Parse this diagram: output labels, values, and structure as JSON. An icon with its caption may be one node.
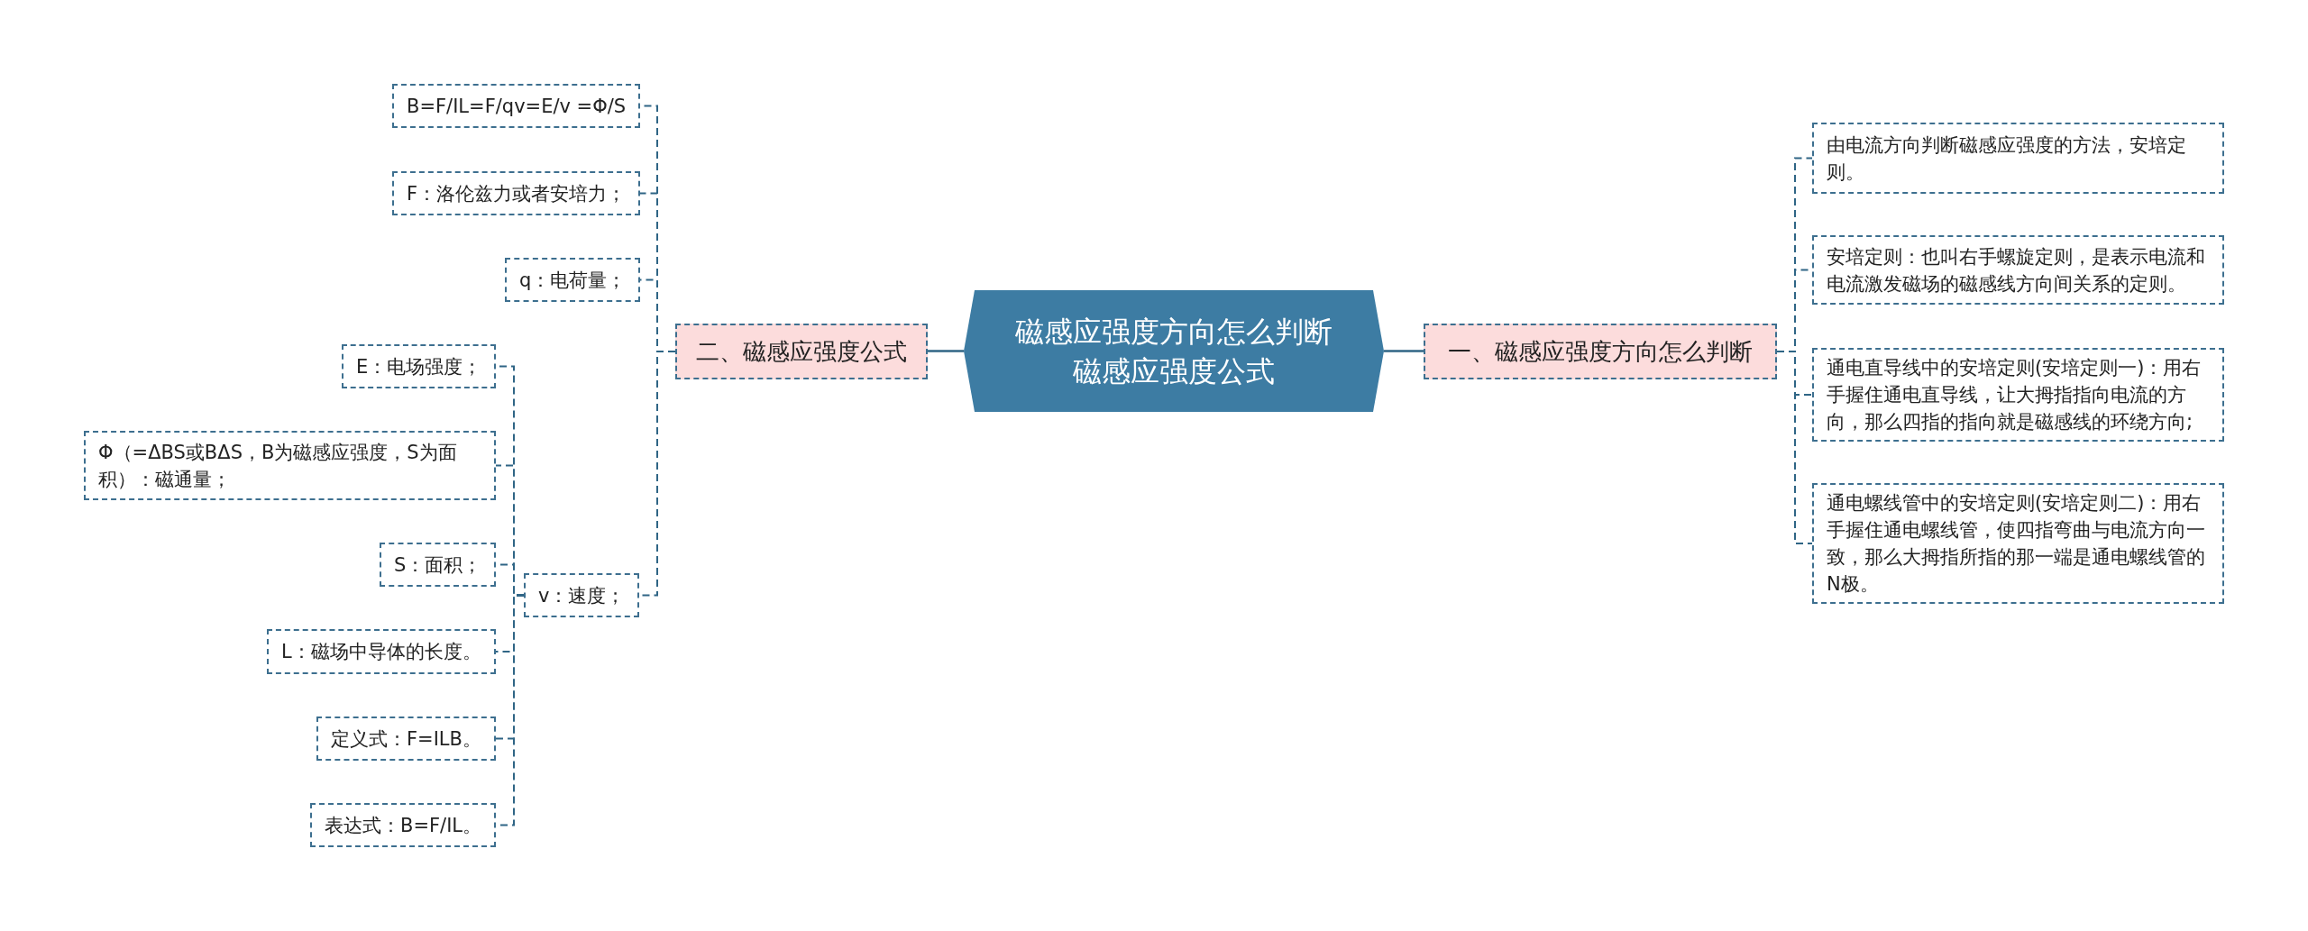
{
  "diagram": {
    "nodes": [
      {
        "text": [
          "磁感应强度方向怎么判断磁感应强度公式"
        ]
      },
      {
        "text": [
          "一、磁感应强度方向怎么判断"
        ]
      },
      {
        "text": [
          "由电流方向判断磁感应强度的方法，安培定则。"
        ]
      },
      {
        "text": [
          "安培定则：也叫右手螺旋定则，是表示电流和电流激发磁场的磁感线方向间关系的定则。"
        ]
      },
      {
        "text": [
          "通电直导线中的安培定则(安培定则一)：用右手握住通电直导线，让大拇指指向电流的方向，那么四指的指向就是磁感线的环绕方向;"
        ]
      },
      {
        "text": [
          "通电螺线管中的安培定则(安培定则二)：用右手握住通电螺线管，使四指弯曲与电流方向一致，那么大拇指所指的那一端是通电螺线管的N极。"
        ]
      },
      {
        "text": [
          "二、磁感应强度公式"
        ]
      },
      {
        "text": [
          "B=F/IL=F/qv=E/v =Φ/S"
        ]
      },
      {
        "text": [
          "F：洛伦兹力或者安培力；"
        ]
      },
      {
        "text": [
          "q：电荷量；"
        ]
      },
      {
        "text": [
          "v：速度；"
        ]
      },
      {
        "text": [
          "E：电场强度；"
        ]
      },
      {
        "text": [
          "Φ（=ΔBS或BΔS，B为磁感应强度，S为面积）：磁通量；"
        ]
      },
      {
        "text": [
          "S：面积；"
        ]
      },
      {
        "text": [
          "L：磁场中导体的长度。"
        ]
      },
      {
        "text": [
          "定义式：F=ILB。"
        ]
      },
      {
        "text": [
          "表达式：B=F/IL。"
        ]
      }
    ],
    "edges": [
      {
        "from": 0,
        "to": 1,
        "arrow": "none"
      },
      {
        "from": 1,
        "to": 2,
        "arrow": "none",
        "style": "dashed"
      },
      {
        "from": 1,
        "to": 3,
        "arrow": "none",
        "style": "dashed"
      },
      {
        "from": 1,
        "to": 4,
        "arrow": "none",
        "style": "dashed"
      },
      {
        "from": 1,
        "to": 5,
        "arrow": "none",
        "style": "dashed"
      },
      {
        "from": 0,
        "to": 6,
        "arrow": "none"
      },
      {
        "from": 6,
        "to": 7,
        "arrow": "none",
        "style": "dashed"
      },
      {
        "from": 6,
        "to": 8,
        "arrow": "none",
        "style": "dashed"
      },
      {
        "from": 6,
        "to": 9,
        "arrow": "none",
        "style": "dashed"
      },
      {
        "from": 6,
        "to": 10,
        "arrow": "none",
        "style": "dashed"
      },
      {
        "from": 10,
        "to": 11,
        "arrow": "none",
        "style": "dashed"
      },
      {
        "from": 10,
        "to": 12,
        "arrow": "none",
        "style": "dashed"
      },
      {
        "from": 10,
        "to": 13,
        "arrow": "none",
        "style": "dashed"
      },
      {
        "from": 10,
        "to": 14,
        "arrow": "none",
        "style": "dashed"
      },
      {
        "from": 10,
        "to": 15,
        "arrow": "none",
        "style": "dashed"
      },
      {
        "from": 10,
        "to": 16,
        "arrow": "none",
        "style": "dashed"
      }
    ]
  }
}
